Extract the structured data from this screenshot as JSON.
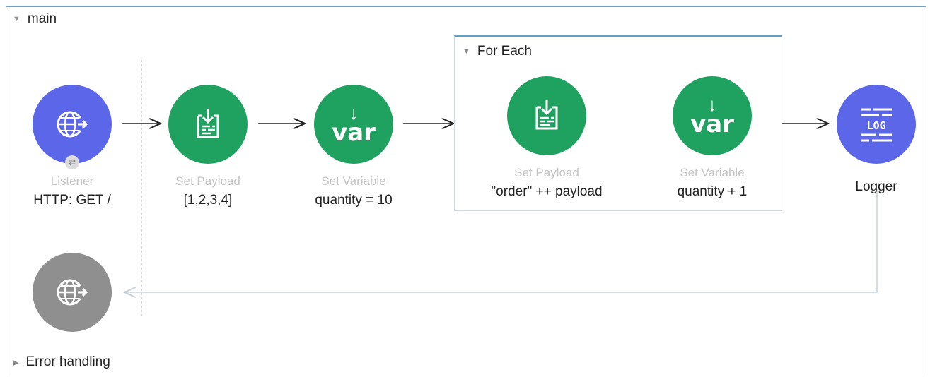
{
  "flow": {
    "name": "main",
    "error_section": "Error handling",
    "source": {
      "icon": "globe-arrow-icon",
      "badge_icon": "swap-arrows-icon",
      "title": "Listener",
      "subtitle": "HTTP: GET /"
    },
    "return_icon": "globe-arrow-icon",
    "processors": [
      {
        "icon": "set-payload-icon",
        "title": "Set Payload",
        "subtitle": "[1,2,3,4]"
      },
      {
        "icon": "var-icon",
        "glyph_arrow": "↓",
        "glyph_text": "var",
        "title": "Set Variable",
        "subtitle": "quantity = 10"
      }
    ],
    "for_each": {
      "label": "For Each",
      "steps": [
        {
          "icon": "set-payload-icon",
          "title": "Set Payload",
          "subtitle": "\"order\" ++ payload"
        },
        {
          "icon": "var-icon",
          "glyph_arrow": "↓",
          "glyph_text": "var",
          "title": "Set Variable",
          "subtitle": "quantity + 1"
        }
      ]
    },
    "logger": {
      "icon": "log-icon",
      "glyph_text": "LOG",
      "title": "Logger"
    }
  },
  "colors": {
    "green": "#1fa15f",
    "blue": "#5b67e8",
    "grey": "#8f8f8f",
    "accent_border": "#6ea3d0"
  }
}
